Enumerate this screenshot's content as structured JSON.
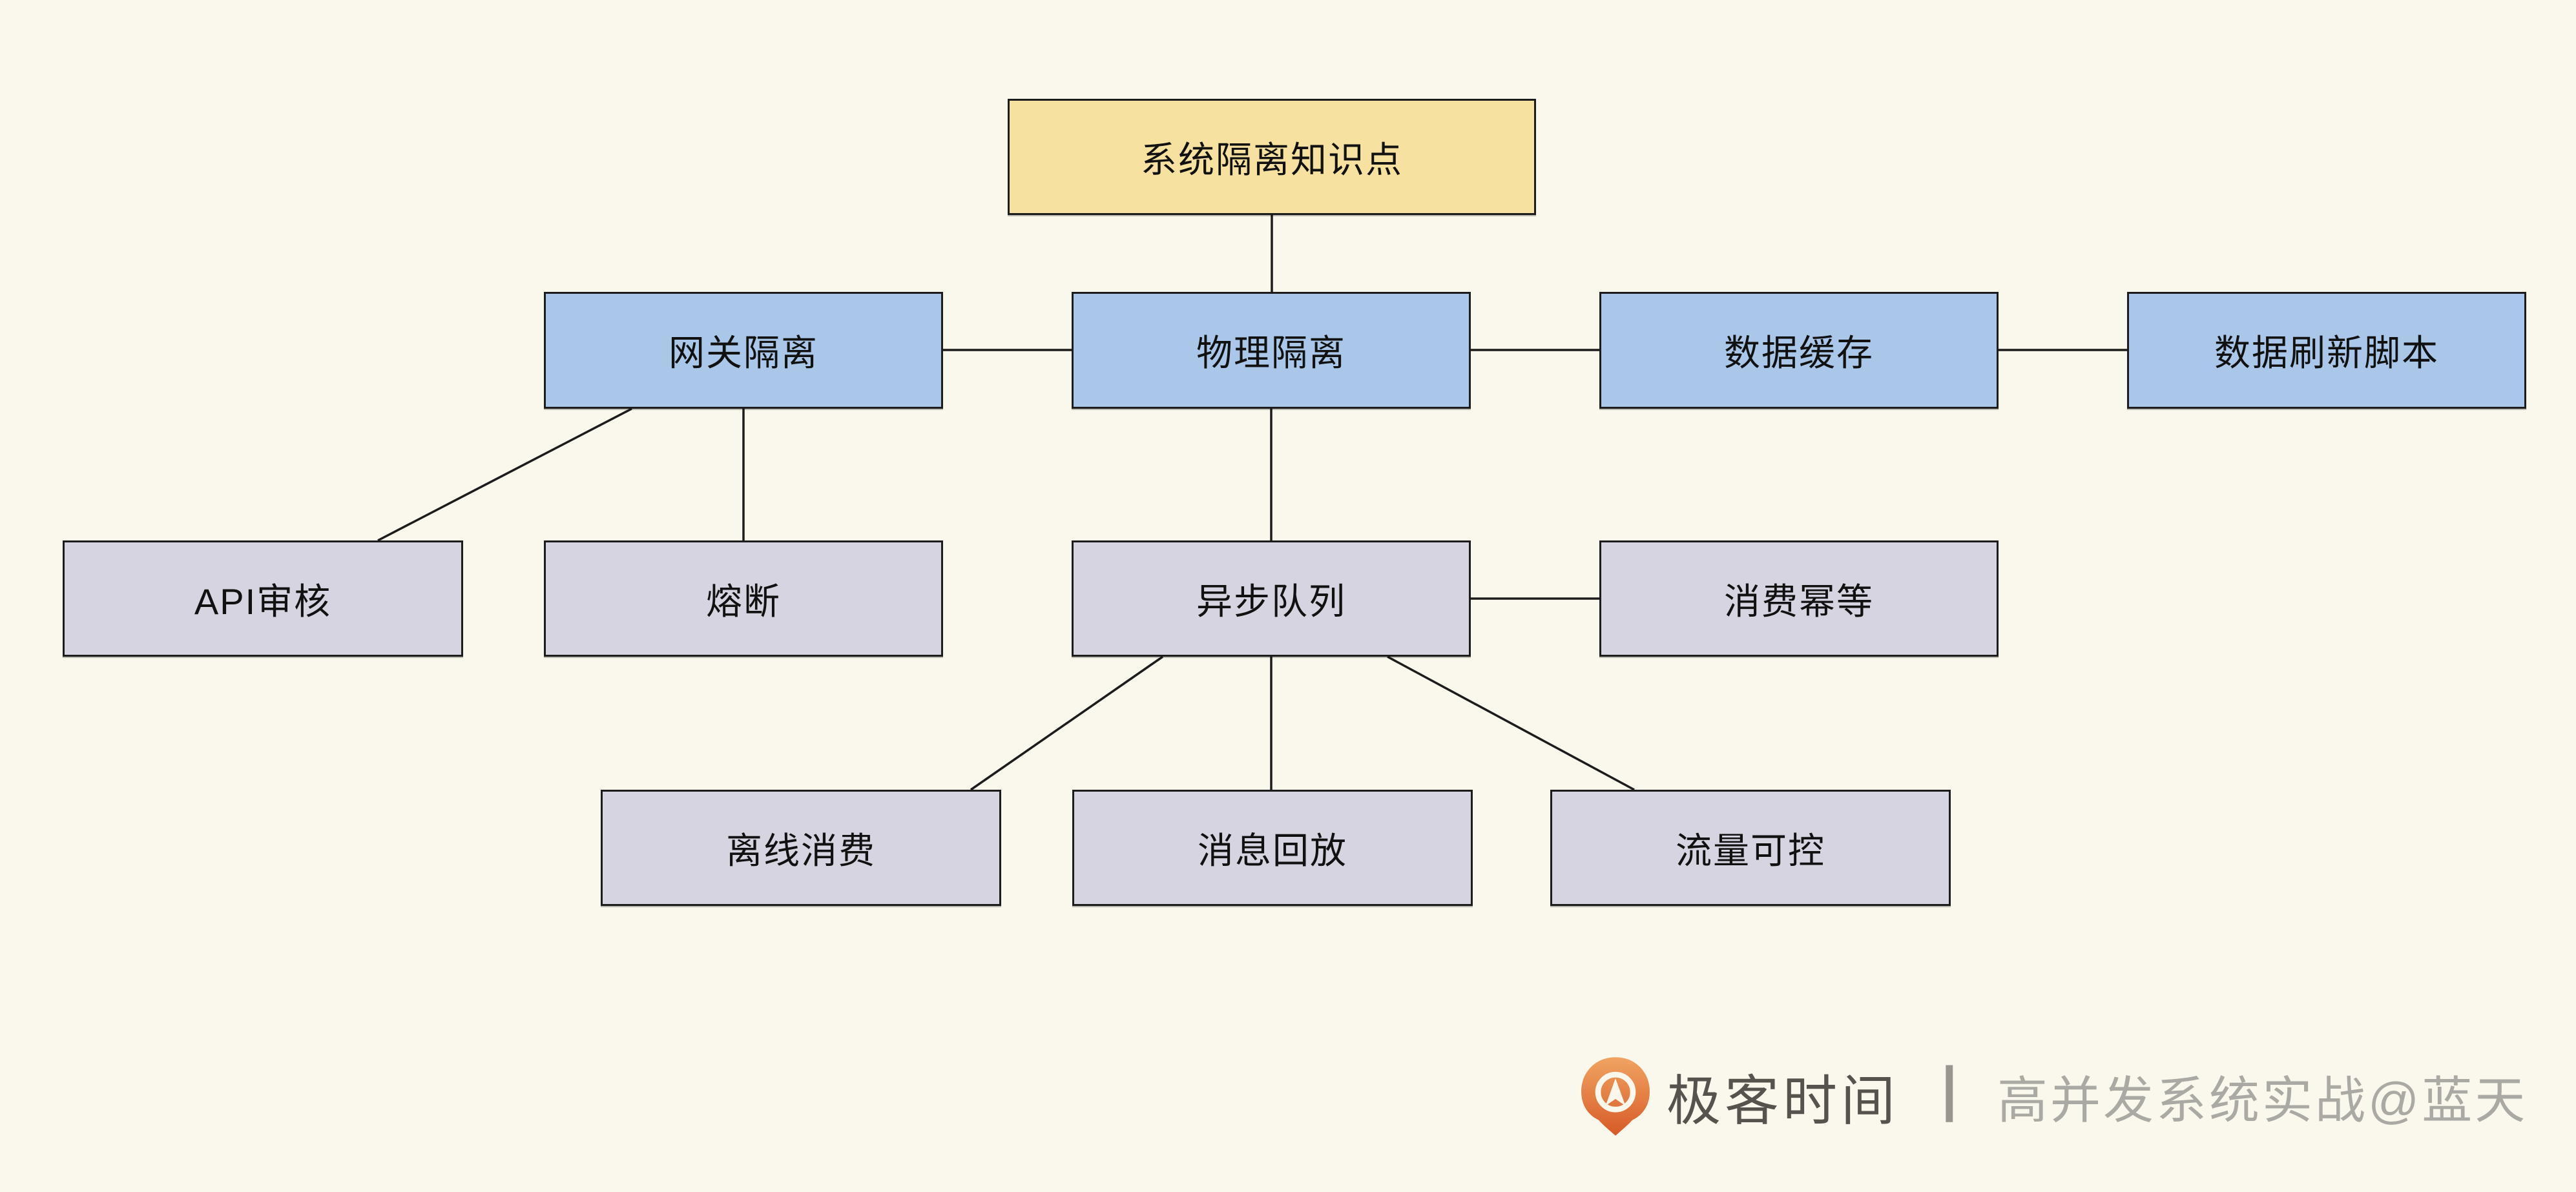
{
  "diagram": {
    "title": "系统隔离知识点",
    "nodes": [
      {
        "id": "root",
        "label": "系统隔离知识点",
        "type": "root"
      },
      {
        "id": "gateway",
        "label": "网关隔离",
        "type": "branch"
      },
      {
        "id": "physical",
        "label": "物理隔离",
        "type": "branch"
      },
      {
        "id": "cache",
        "label": "数据缓存",
        "type": "branch"
      },
      {
        "id": "refresh",
        "label": "数据刷新脚本",
        "type": "branch"
      },
      {
        "id": "api",
        "label": "API审核",
        "type": "leaf"
      },
      {
        "id": "fuse",
        "label": "熔断",
        "type": "leaf"
      },
      {
        "id": "queue",
        "label": "异步队列",
        "type": "leaf"
      },
      {
        "id": "idem",
        "label": "消费幂等",
        "type": "leaf"
      },
      {
        "id": "offline",
        "label": "离线消费",
        "type": "leaf"
      },
      {
        "id": "replay",
        "label": "消息回放",
        "type": "leaf"
      },
      {
        "id": "traffic",
        "label": "流量可控",
        "type": "leaf"
      }
    ],
    "edges": [
      {
        "from": "root",
        "to": "physical"
      },
      {
        "from": "gateway",
        "to": "physical"
      },
      {
        "from": "physical",
        "to": "cache"
      },
      {
        "from": "cache",
        "to": "refresh"
      },
      {
        "from": "gateway",
        "to": "api"
      },
      {
        "from": "gateway",
        "to": "fuse"
      },
      {
        "from": "physical",
        "to": "queue"
      },
      {
        "from": "queue",
        "to": "idem"
      },
      {
        "from": "queue",
        "to": "offline"
      },
      {
        "from": "queue",
        "to": "replay"
      },
      {
        "from": "queue",
        "to": "traffic"
      }
    ]
  },
  "footer": {
    "brand": "极客时间",
    "separator": "丨",
    "watermark": "高并发系统实战@蓝天"
  },
  "colors": {
    "background": "#FAF8EC",
    "root_fill": "#F7E1A0",
    "branch_fill": "#AAC7EA",
    "leaf_fill": "#D5D4E0",
    "connector_line": "#1C1C1C",
    "node_border": "#1C1C1C",
    "brand_orange_top": "#F0A463",
    "brand_orange_bottom": "#D75A27",
    "brand_text": "#56524D",
    "watermark_text": "#ABA9A3"
  }
}
